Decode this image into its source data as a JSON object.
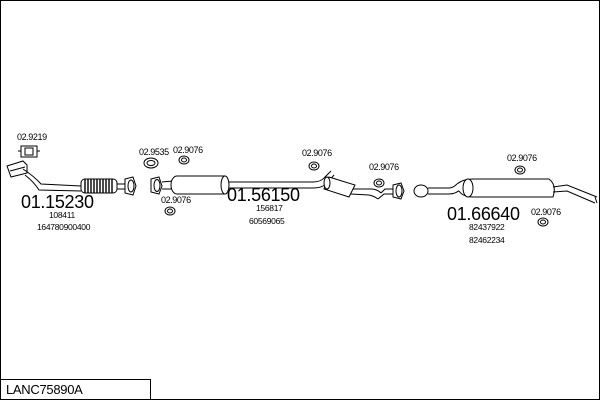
{
  "diagram_id": "LANC75890A",
  "parts": [
    {
      "number": "01.15230",
      "refs": [
        "108411",
        "164780900400"
      ]
    },
    {
      "number": "01.56150",
      "refs": [
        "156817",
        "60569065"
      ]
    },
    {
      "number": "01.66640",
      "refs": [
        "82437922",
        "82462234"
      ]
    }
  ],
  "accessories": {
    "gasket": "02.9219",
    "ring": "02.9535",
    "hanger": "02.9076"
  },
  "colors": {
    "line": "#000000",
    "background": "#ffffff"
  }
}
